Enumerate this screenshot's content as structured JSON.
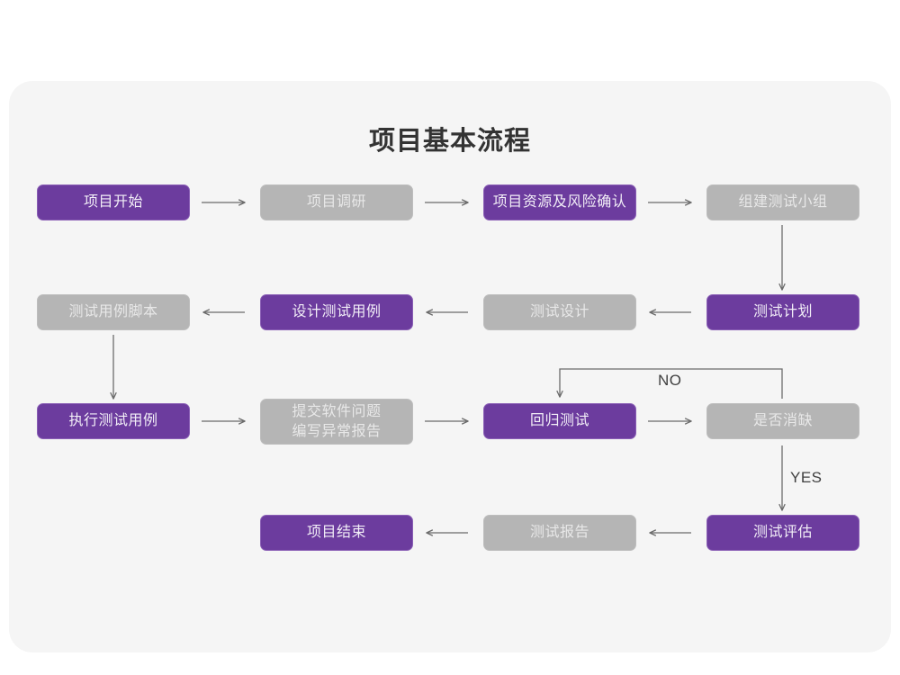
{
  "page": {
    "background": "#ffffff",
    "card_background": "#f5f5f5"
  },
  "title": "项目基本流程",
  "palette": {
    "purple_fill": "#6C3C9E",
    "purple_border": "#8A5FB5",
    "purple_text": "#f2eef7",
    "gray_fill": "#b5b5b5",
    "gray_border": "#bdbdbd",
    "gray_text": "#e8e8e8",
    "connector": "#6b6b6b",
    "title_text": "#333333"
  },
  "chart_data": {
    "type": "diagram",
    "title": "项目基本流程",
    "nodes": [
      {
        "id": "n1",
        "label": "项目开始",
        "style": "purple",
        "row": 1,
        "col": 1
      },
      {
        "id": "n2",
        "label": "项目调研",
        "style": "gray",
        "row": 1,
        "col": 2
      },
      {
        "id": "n3",
        "label": "项目资源及风险确认",
        "style": "purple",
        "row": 1,
        "col": 3
      },
      {
        "id": "n4",
        "label": "组建测试小组",
        "style": "gray",
        "row": 1,
        "col": 4
      },
      {
        "id": "n5",
        "label": "测试用例脚本",
        "style": "gray",
        "row": 2,
        "col": 1
      },
      {
        "id": "n6",
        "label": "设计测试用例",
        "style": "purple",
        "row": 2,
        "col": 2
      },
      {
        "id": "n7",
        "label": "测试设计",
        "style": "gray",
        "row": 2,
        "col": 3
      },
      {
        "id": "n8",
        "label": "测试计划",
        "style": "purple",
        "row": 2,
        "col": 4
      },
      {
        "id": "n9",
        "label": "执行测试用例",
        "style": "purple",
        "row": 3,
        "col": 1
      },
      {
        "id": "n10",
        "label": "提交软件问题\n编写异常报告",
        "style": "gray",
        "row": 3,
        "col": 2
      },
      {
        "id": "n11",
        "label": "回归测试",
        "style": "purple",
        "row": 3,
        "col": 3
      },
      {
        "id": "n12",
        "label": "是否消缺",
        "style": "gray",
        "row": 3,
        "col": 4
      },
      {
        "id": "n13",
        "label": "项目结束",
        "style": "purple",
        "row": 4,
        "col": 2
      },
      {
        "id": "n14",
        "label": "测试报告",
        "style": "gray",
        "row": 4,
        "col": 3
      },
      {
        "id": "n15",
        "label": "测试评估",
        "style": "purple",
        "row": 4,
        "col": 4
      }
    ],
    "edges": [
      {
        "from": "n1",
        "to": "n2",
        "direction": "right",
        "label": ""
      },
      {
        "from": "n2",
        "to": "n3",
        "direction": "right",
        "label": ""
      },
      {
        "from": "n3",
        "to": "n4",
        "direction": "right",
        "label": ""
      },
      {
        "from": "n4",
        "to": "n8",
        "direction": "down",
        "label": ""
      },
      {
        "from": "n8",
        "to": "n7",
        "direction": "left",
        "label": ""
      },
      {
        "from": "n7",
        "to": "n6",
        "direction": "left",
        "label": ""
      },
      {
        "from": "n6",
        "to": "n5",
        "direction": "left",
        "label": ""
      },
      {
        "from": "n5",
        "to": "n9",
        "direction": "down",
        "label": ""
      },
      {
        "from": "n9",
        "to": "n10",
        "direction": "right",
        "label": ""
      },
      {
        "from": "n10",
        "to": "n11",
        "direction": "right",
        "label": ""
      },
      {
        "from": "n11",
        "to": "n12",
        "direction": "right",
        "label": ""
      },
      {
        "from": "n12",
        "to": "n11",
        "direction": "loop-up-left",
        "label": "NO"
      },
      {
        "from": "n12",
        "to": "n15",
        "direction": "down",
        "label": "YES"
      },
      {
        "from": "n15",
        "to": "n14",
        "direction": "left",
        "label": ""
      },
      {
        "from": "n14",
        "to": "n13",
        "direction": "left",
        "label": ""
      }
    ],
    "edge_labels": [
      "NO",
      "YES"
    ]
  },
  "labels": {
    "no": "NO",
    "yes": "YES"
  },
  "nodes": {
    "n1": "项目开始",
    "n2": "项目调研",
    "n3": "项目资源及风险确认",
    "n4": "组建测试小组",
    "n5": "测试用例脚本",
    "n6": "设计测试用例",
    "n7": "测试设计",
    "n8": "测试计划",
    "n9": "执行测试用例",
    "n10": "提交软件问题\n编写异常报告",
    "n11": "回归测试",
    "n12": "是否消缺",
    "n13": "项目结束",
    "n14": "测试报告",
    "n15": "测试评估"
  }
}
